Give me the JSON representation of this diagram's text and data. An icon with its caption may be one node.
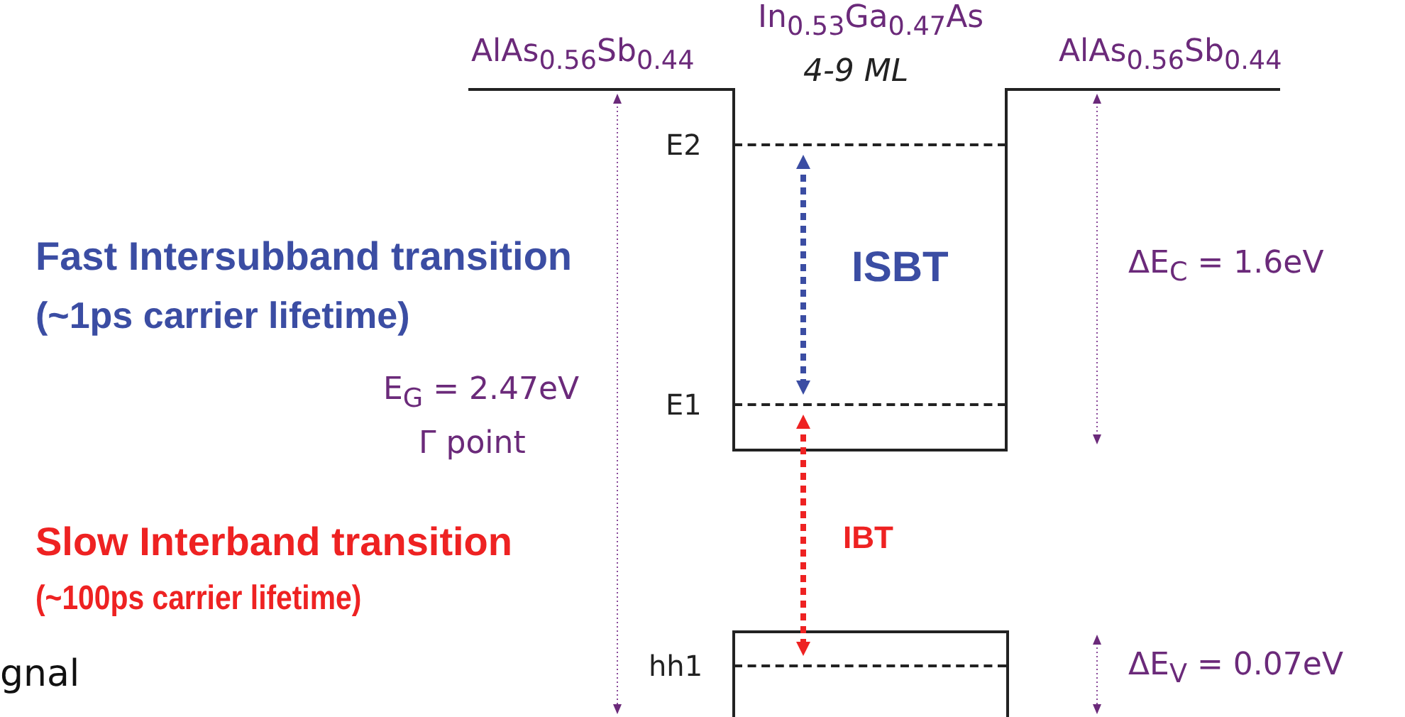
{
  "diagram": {
    "nodes": [
      {
        "text": [
          "E2"
        ]
      },
      {
        "text": [
          "E1"
        ]
      },
      {
        "text": [
          "hh1"
        ]
      }
    ],
    "edges": [
      {
        "from": 0,
        "to": 1,
        "arrow": "both",
        "label": "ISBT",
        "style": "dashed",
        "color": "#3b4da3"
      },
      {
        "from": 1,
        "to": 2,
        "arrow": "both",
        "label": "IBT",
        "style": "dashed",
        "color": "#ee2222"
      }
    ],
    "labels": [
      "AlAs$_{0.56}$Sb$_{0.44}$",
      "In$_{0.53}$Ga$_{0.47}$As",
      "4-9 ML",
      "AlAs$_{0.56}$Sb$_{0.44}$",
      "Fast Intersubband transition",
      "(~1ps carrier lifetime)",
      "ΔE$_{C}$ = 1.6eV",
      "E$_{G}$ = 2.47eV",
      "Γ point",
      "Slow Interband transition",
      "(~100ps carrier lifetime)",
      "gnal",
      "ΔE$_{V}$ = 0.07eV"
    ]
  }
}
